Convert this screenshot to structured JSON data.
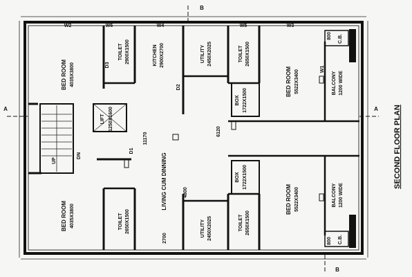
{
  "title": "SECOND FLOOR PLAN",
  "section_markers": {
    "a_left": "A",
    "a_right": "A",
    "b_top": "B",
    "b_bottom": "B"
  },
  "rooms": {
    "bed_tl": {
      "name": "BED ROOM",
      "size": "4035X3800"
    },
    "toilet_t": {
      "name": "TOILET",
      "size": "2900X1500"
    },
    "kitchen": {
      "name": "KITCHEN",
      "size": "2900X2700"
    },
    "utility_t": {
      "name": "UTILITY",
      "size": "2450X2025"
    },
    "toilet_tr": {
      "name": "TOILET",
      "size": "2650X1500"
    },
    "bed_tr": {
      "name": "BED ROOM",
      "size": "5522X3400"
    },
    "box_t": {
      "name": "BOX",
      "size": "1722X1500"
    },
    "balcony_t": {
      "name": "BALCONY",
      "size": "1200 WIDE"
    },
    "lift": {
      "name": "LIFT",
      "size": "1250X1600"
    },
    "living": {
      "name": "LIVING CUM DINNING"
    },
    "bed_bl": {
      "name": "BED ROOM",
      "size": "4035X3800"
    },
    "toilet_bl": {
      "name": "TOILET",
      "size": "2650X1500"
    },
    "utility_b": {
      "name": "UTILITY",
      "size": "2450X2025"
    },
    "toilet_br": {
      "name": "TOILET",
      "size": "2650X1500"
    },
    "box_b": {
      "name": "BOX",
      "size": "1722X1500"
    },
    "bed_br": {
      "name": "BED ROOM",
      "size": "5522X3400"
    },
    "balcony_b": {
      "name": "BALCONY",
      "size": "1200 WIDE"
    },
    "cb_t": {
      "name": "C.B."
    },
    "cb_b": {
      "name": "C.B."
    },
    "up": {
      "name": "UP"
    },
    "dn": {
      "name": "DN"
    }
  },
  "dimensions": {
    "d1": "11170",
    "d2": "6120",
    "d3": "4800",
    "d4": "2700",
    "d5": "800",
    "d6": "800"
  },
  "tags": {
    "w1": "W1",
    "w2": "W2",
    "w3": "W3",
    "w4": "W4",
    "w5": "W5",
    "w6": "W6",
    "d1": "D1",
    "d2": "D2",
    "d3": "D3"
  }
}
